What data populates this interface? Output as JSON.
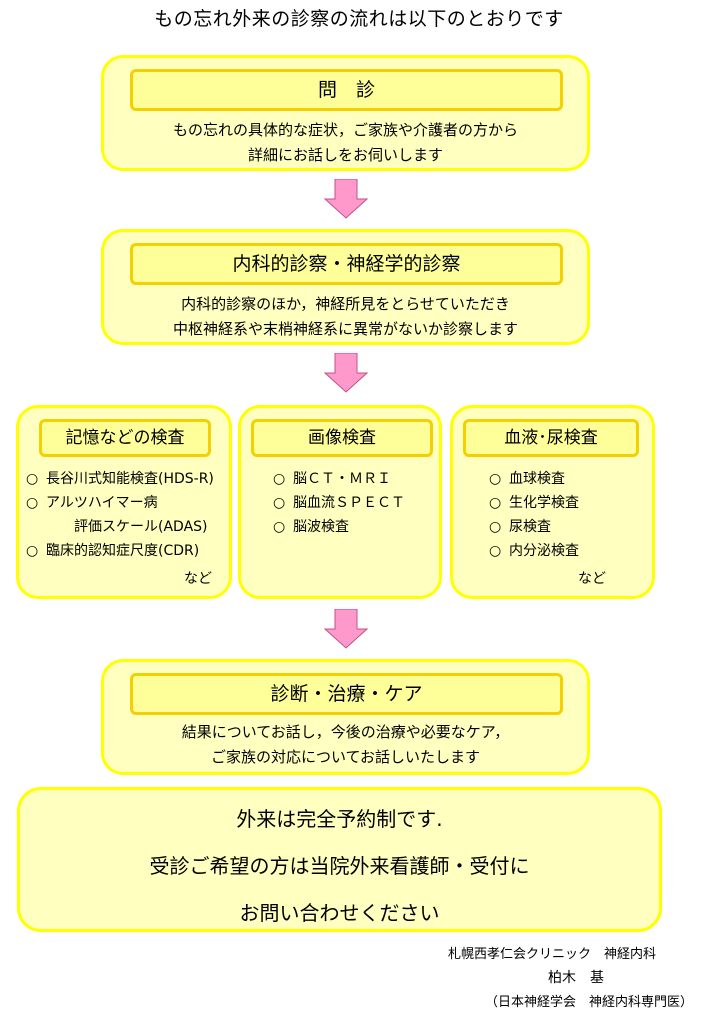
{
  "title": "もの忘れ外来の診察の流れは以下のとおりです",
  "step1": {
    "header": "問　診",
    "lines": [
      "もの忘れの具体的な症状，ご家族や介護者の方から",
      "詳細にお話しをお伺いします"
    ]
  },
  "step2": {
    "header": "内科的診察・神経学的診察",
    "lines": [
      "内科的診察のほか，神経所見をとらせていただき",
      "中枢神経系や末梢神経系に異常がないか診察します"
    ]
  },
  "exams": {
    "memory": {
      "header": "記憶などの検査",
      "items": [
        {
          "bullet": "○",
          "text": "長谷川式知能検査(HDS-R)"
        },
        {
          "bullet": "○",
          "text": "アルツハイマー病"
        },
        {
          "bullet": "",
          "text": "　　評価スケール(ADAS)"
        },
        {
          "bullet": "○",
          "text": "臨床的認知症尺度(CDR)"
        }
      ],
      "etc": "など"
    },
    "imaging": {
      "header": "画像検査",
      "items": [
        {
          "bullet": "○",
          "text": "脳ＣＴ・ＭＲＩ"
        },
        {
          "bullet": "○",
          "text": "脳血流ＳＰＥＣＴ"
        },
        {
          "bullet": "○",
          "text": "脳波検査"
        }
      ]
    },
    "blood": {
      "header": "血液･尿検査",
      "items": [
        {
          "bullet": "○",
          "text": "血球検査"
        },
        {
          "bullet": "○",
          "text": "生化学検査"
        },
        {
          "bullet": "○",
          "text": "尿検査"
        },
        {
          "bullet": "○",
          "text": "内分泌検査"
        }
      ],
      "etc": "など"
    }
  },
  "step3": {
    "header": "診断・治療・ケア",
    "lines": [
      "結果についてお話し，今後の治療や必要なケア，",
      "ご家族の対応についてお話しいたします"
    ]
  },
  "notice": {
    "lines": [
      "外来は完全予約制です.",
      "受診ご希望の方は当院外来看護師・受付に",
      "お問い合わせください"
    ]
  },
  "footer": {
    "clinic": "札幌西孝仁会クリニック　神経内科",
    "doctor": "柏木　基",
    "credential": "（日本神経学会　神経内科専門医）"
  },
  "colors": {
    "box_fill": "#ffffc0",
    "box_border": "#ffff00",
    "header_fill": "#ffff99",
    "header_border": "#f5d000",
    "arrow": "#ff99cc"
  }
}
